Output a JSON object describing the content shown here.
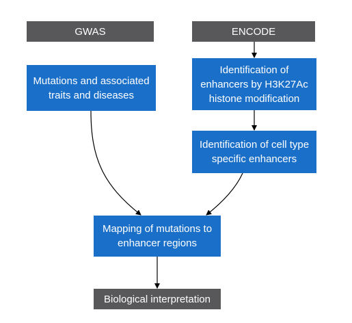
{
  "nodes": {
    "gwas": {
      "label": "GWAS",
      "color": "#58585a"
    },
    "encode": {
      "label": "ENCODE",
      "color": "#58585a"
    },
    "mutations": {
      "label": "Mutations and associated traits and diseases",
      "color": "#1a6fc9"
    },
    "h3k27": {
      "label": "Identification of enhancers by H3K27Ac histone modification",
      "color": "#1a6fc9"
    },
    "celltype": {
      "label": "Identification of cell type specific enhancers",
      "color": "#1a6fc9"
    },
    "mapping": {
      "label": "Mapping of mutations to enhancer regions",
      "color": "#1a6fc9"
    },
    "bio": {
      "label": "Biological interpretation",
      "color": "#58585a"
    }
  },
  "edges": [
    {
      "from": "encode",
      "to": "h3k27"
    },
    {
      "from": "h3k27",
      "to": "celltype"
    },
    {
      "from": "mutations",
      "to": "mapping"
    },
    {
      "from": "celltype",
      "to": "mapping"
    },
    {
      "from": "mapping",
      "to": "bio"
    }
  ]
}
